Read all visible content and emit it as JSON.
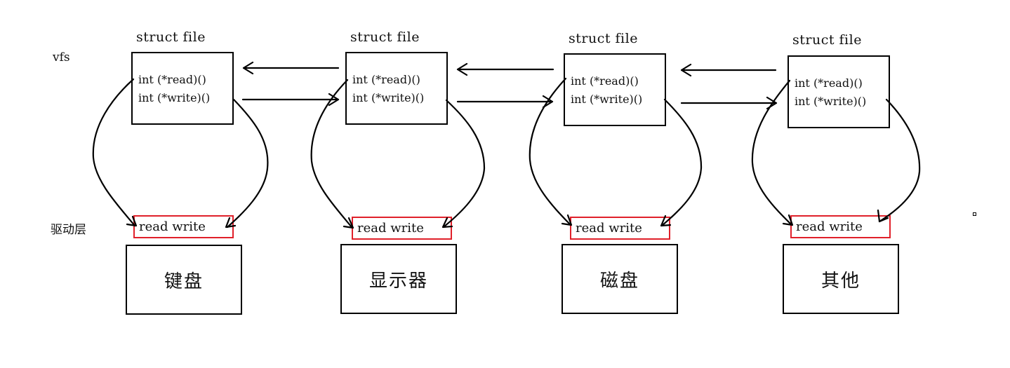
{
  "layers": {
    "vfs": "vfs",
    "driver": "驱动层"
  },
  "columns": [
    {
      "struct_title": "struct file",
      "read_method": "int (*read)()",
      "write_method": "int (*write)()",
      "driver_ops": "read write",
      "device": "键盘"
    },
    {
      "struct_title": "struct file",
      "read_method": "int (*read)()",
      "write_method": "int (*write)()",
      "driver_ops": "read write",
      "device": "显示器"
    },
    {
      "struct_title": "struct file",
      "read_method": "int (*read)()",
      "write_method": "int (*write)()",
      "driver_ops": "read write",
      "device": "磁盘"
    },
    {
      "struct_title": "struct file",
      "read_method": "int (*read)()",
      "write_method": "int (*write)()",
      "driver_ops": "read write",
      "device": "其他"
    }
  ],
  "colors": {
    "driver_border": "#e0202a",
    "line": "#000000"
  }
}
